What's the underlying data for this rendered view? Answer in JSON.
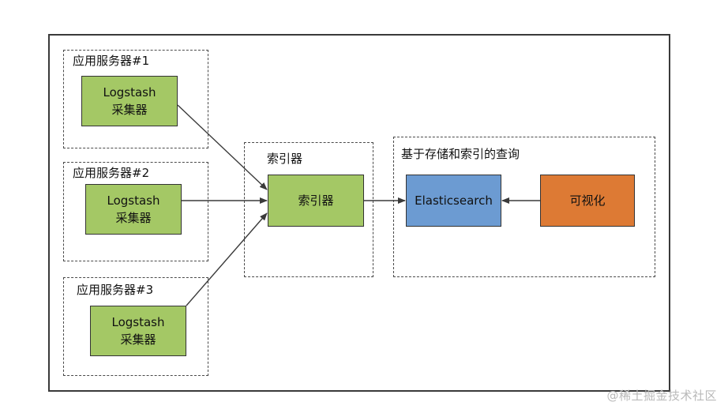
{
  "groups": {
    "server1": "应用服务器#1",
    "server2": "应用服务器#2",
    "server3": "应用服务器#3",
    "indexer": "索引器",
    "query": "基于存储和索引的查询"
  },
  "nodes": {
    "collector1": {
      "line1": "Logstash",
      "line2": "采集器"
    },
    "collector2": {
      "line1": "Logstash",
      "line2": "采集器"
    },
    "collector3": {
      "line1": "Logstash",
      "line2": "采集器"
    },
    "indexer": "索引器",
    "elasticsearch": "Elasticsearch",
    "visualization": "可视化"
  },
  "colors": {
    "collector": "#a4c865",
    "indexer": "#a4c865",
    "elasticsearch": "#6c9bd2",
    "visualization": "#dd7a34"
  },
  "watermark": "@稀土掘金技术社区"
}
